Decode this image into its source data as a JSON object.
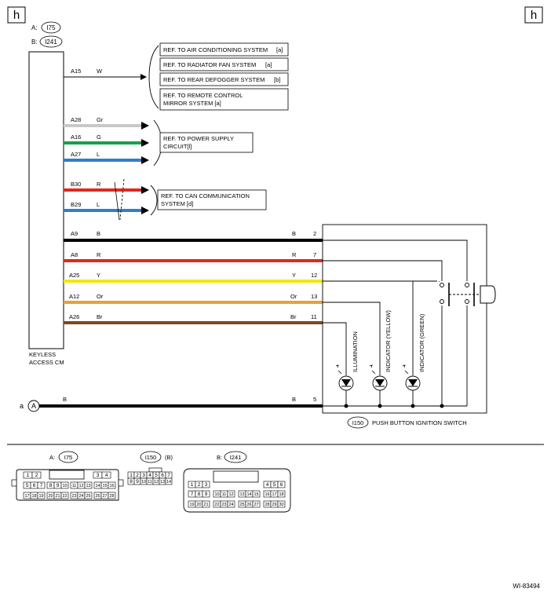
{
  "corner_labels": {
    "left": "h",
    "right": "h"
  },
  "connectors": {
    "a_prefix": "A:",
    "a_id": "I75",
    "b_prefix": "B:",
    "b_id": "I241"
  },
  "module_label": {
    "line1": "KEYLESS",
    "line2": "ACCESS CM"
  },
  "wires": {
    "a15": {
      "pin": "A15",
      "color": "W"
    },
    "a28": {
      "pin": "A28",
      "color": "Gr"
    },
    "a16": {
      "pin": "A16",
      "color": "G"
    },
    "a27": {
      "pin": "A27",
      "color": "L"
    },
    "b30": {
      "pin": "B30",
      "color": "R"
    },
    "b29": {
      "pin": "B29",
      "color": "L"
    },
    "a9": {
      "pin": "A9",
      "color": "B",
      "rcolor": "B",
      "rpin": "2"
    },
    "a8": {
      "pin": "A8",
      "color": "R",
      "rcolor": "R",
      "rpin": "7"
    },
    "a25": {
      "pin": "A25",
      "color": "Y",
      "rcolor": "Y",
      "rpin": "12"
    },
    "a12": {
      "pin": "A12",
      "color": "Or",
      "rcolor": "Or",
      "rpin": "13"
    },
    "a26": {
      "pin": "A26",
      "color": "Br",
      "rcolor": "Br",
      "rpin": "11"
    },
    "gnd": {
      "color": "B",
      "rcolor": "B",
      "rpin": "5"
    }
  },
  "refs": {
    "ac": "REF. TO AIR CONDITIONING SYSTEM",
    "ac_tag": "[a]",
    "rad": "REF. TO RADIATOR FAN SYSTEM",
    "rad_tag": "[a]",
    "defog": "REF. TO REAR DEFOGGER SYSTEM",
    "defog_tag": "[b]",
    "mirror1": "REF. TO REMOTE CONTROL",
    "mirror2": "MIRROR SYSTEM [a]",
    "power1": "REF. TO POWER SUPPLY",
    "power2": "CIRCUIT[l]",
    "can1": "REF. TO CAN COMMUNICATION",
    "can2": "SYSTEM [d]"
  },
  "indicators": {
    "illum": "ILLUMINATION",
    "yellow": "INDICATOR (YELLOW)",
    "green": "INDICATOR (GREEN)"
  },
  "ground_ref": {
    "letter": "a",
    "circle": "A"
  },
  "switch": {
    "id": "I150",
    "label": "PUSH BUTTON IGNITION SWITCH"
  },
  "bottom": {
    "i75_prefix": "A:",
    "i75_id": "I75",
    "i150_id": "I150",
    "i150_suffix": "(B)",
    "i241_prefix": "B:",
    "i241_id": "I241"
  },
  "pins": {
    "i75_r1a": [
      "1",
      "2"
    ],
    "i75_r1b": [
      "3",
      "4"
    ],
    "i75_r2": [
      "5",
      "6",
      "7",
      "8",
      "9",
      "10",
      "11",
      "12",
      "13",
      "14",
      "15",
      "16"
    ],
    "i75_r3": [
      "17",
      "18",
      "19",
      "20",
      "21",
      "22",
      "23",
      "24",
      "25",
      "26",
      "27",
      "28"
    ],
    "i150_r1": [
      "1",
      "2",
      "3",
      "4",
      "5",
      "6",
      "7"
    ],
    "i150_r2": [
      "8",
      "9",
      "10",
      "11",
      "12",
      "13",
      "14"
    ],
    "i241_r1a": [
      "1",
      "2",
      "3"
    ],
    "i241_r1b": [
      "4",
      "5",
      "6"
    ],
    "i241_r2": [
      "7",
      "8",
      "9",
      "10",
      "11",
      "12",
      "13",
      "14",
      "15",
      "16",
      "17",
      "18"
    ],
    "i241_r3": [
      "19",
      "20",
      "21",
      "22",
      "23",
      "24",
      "25",
      "26",
      "27",
      "28",
      "29",
      "30"
    ]
  },
  "figure_code": "WI-83494",
  "colors": {
    "gray": "#c8c8c8",
    "green": "#14a24a",
    "blue": "#2f7fc8",
    "red": "#e0281e",
    "yellow": "#f2e800",
    "orange": "#e8a03c",
    "brown": "#7a4a1a",
    "black": "#000000"
  }
}
